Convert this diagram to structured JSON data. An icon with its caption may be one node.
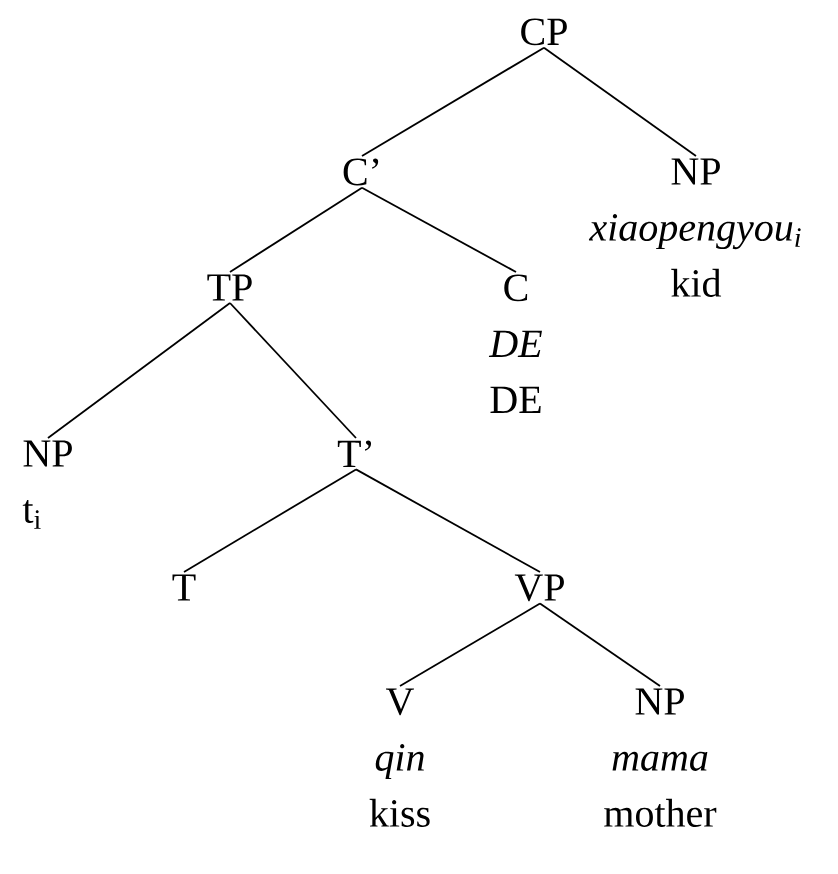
{
  "diagram": {
    "nodes": [
      {
        "text": [
          "CP"
        ]
      },
      {
        "text": [
          "C’"
        ]
      },
      {
        "text": [
          "NP",
          "xiaopengyou$_{i}$",
          "kid"
        ]
      },
      {
        "text": [
          "TP"
        ]
      },
      {
        "text": [
          "C",
          "DE",
          "DE"
        ]
      },
      {
        "text": [
          "NP",
          "t$_{i}$"
        ]
      },
      {
        "text": [
          "T’"
        ]
      },
      {
        "text": [
          "T"
        ]
      },
      {
        "text": [
          "VP"
        ]
      },
      {
        "text": [
          "V",
          "qin",
          "kiss"
        ]
      },
      {
        "text": [
          "NP",
          "mama",
          "mother"
        ]
      }
    ],
    "edges": [
      {
        "from": 0,
        "to": 1,
        "arrow": "none"
      },
      {
        "from": 0,
        "to": 2,
        "arrow": "none"
      },
      {
        "from": 1,
        "to": 3,
        "arrow": "none"
      },
      {
        "from": 1,
        "to": 4,
        "arrow": "none"
      },
      {
        "from": 3,
        "to": 5,
        "arrow": "none"
      },
      {
        "from": 3,
        "to": 6,
        "arrow": "none"
      },
      {
        "from": 6,
        "to": 7,
        "arrow": "none"
      },
      {
        "from": 6,
        "to": 8,
        "arrow": "none"
      },
      {
        "from": 8,
        "to": 9,
        "arrow": "none"
      },
      {
        "from": 8,
        "to": 10,
        "arrow": "none"
      }
    ]
  }
}
